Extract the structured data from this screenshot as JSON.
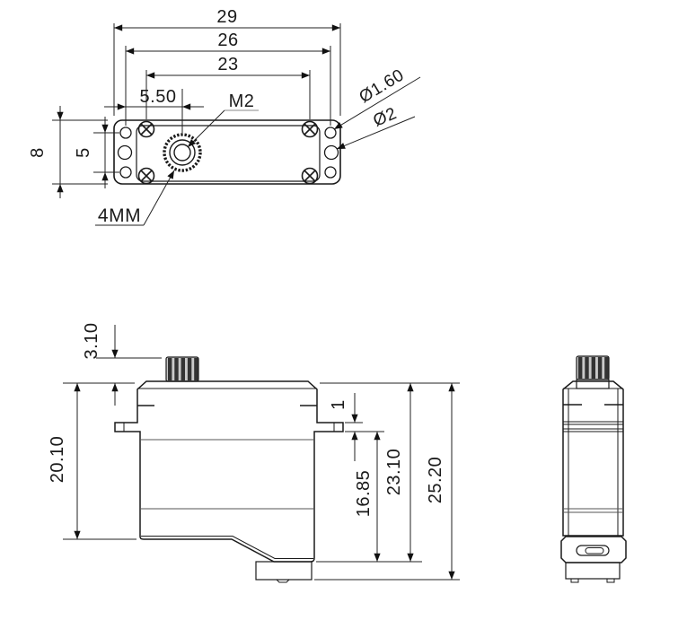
{
  "drawing_labels": {
    "top_view": {
      "dim_29": "29",
      "dim_26": "26",
      "dim_23": "23",
      "dim_5_50": "5.50",
      "thread": "M2",
      "dia_small": "Ø1.60",
      "dia_large": "Ø2",
      "dim_8": "8",
      "dim_5": "5",
      "spline": "4MM"
    },
    "side_view": {
      "dim_3_10": "3.10",
      "dim_20_10": "20.10",
      "dim_1": "1",
      "dim_16_85": "16.85",
      "dim_23_10": "23.10",
      "dim_25_20": "25.20"
    },
    "colors": {
      "object_line": "#1a1a1a",
      "dimension_line": "#222222"
    }
  }
}
